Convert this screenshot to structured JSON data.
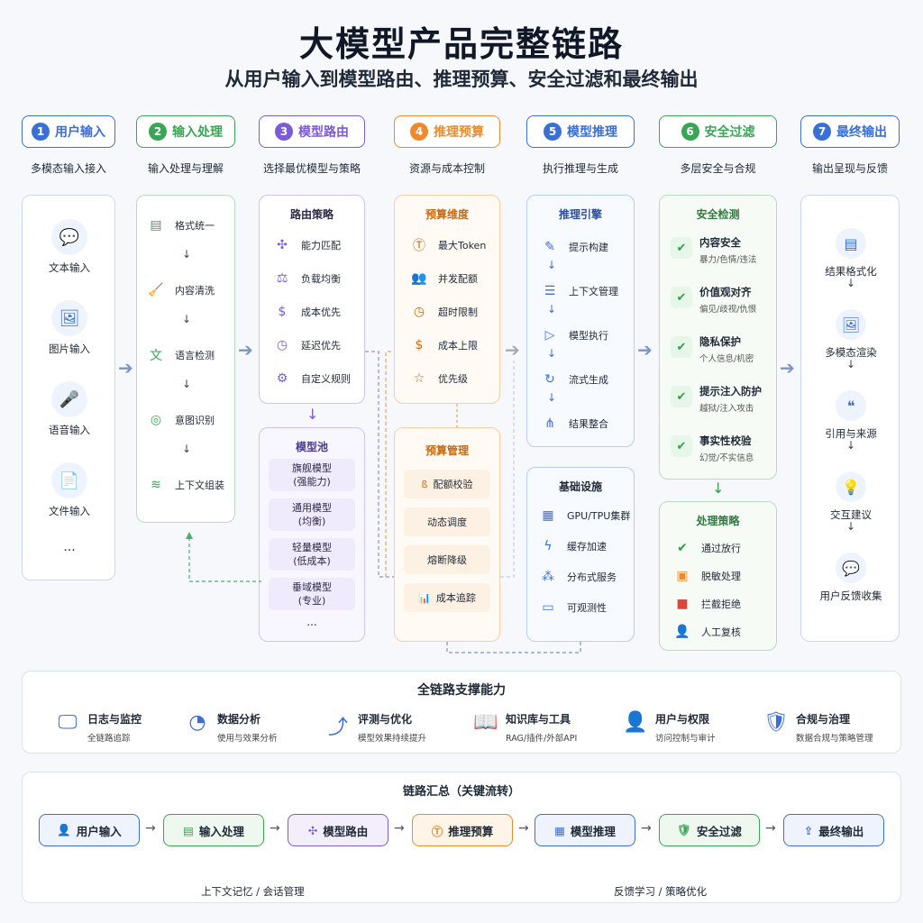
{
  "title": "大模型产品完整链路",
  "subtitle": "从用户输入到模型路由、推理预算、安全过滤和最终输出",
  "stages": [
    {
      "num": "1",
      "label": "用户输入",
      "desc": "多模态输入接入",
      "color": "#3b6fd8"
    },
    {
      "num": "2",
      "label": "输入处理",
      "desc": "输入处理与理解",
      "color": "#3aa655"
    },
    {
      "num": "3",
      "label": "模型路由",
      "desc": "选择最优模型与策略",
      "color": "#7b5bd6"
    },
    {
      "num": "4",
      "label": "推理预算",
      "desc": "资源与成本控制",
      "color": "#ee8a2c"
    },
    {
      "num": "5",
      "label": "模型推理",
      "desc": "执行推理与生成",
      "color": "#3b6fd8"
    },
    {
      "num": "6",
      "label": "安全过滤",
      "desc": "多层安全与合规",
      "color": "#3aa655"
    },
    {
      "num": "7",
      "label": "最终输出",
      "desc": "输出呈现与反馈",
      "color": "#3b6fd8"
    }
  ],
  "user_input": {
    "items": [
      {
        "label": "文本输入",
        "icon": "chat-icon",
        "glyph": "💬"
      },
      {
        "label": "图片输入",
        "icon": "image-icon",
        "glyph": "🖼"
      },
      {
        "label": "语音输入",
        "icon": "microphone-icon",
        "glyph": "🎤"
      },
      {
        "label": "文件输入",
        "icon": "file-icon",
        "glyph": "📄"
      }
    ],
    "more": "..."
  },
  "input_processing": {
    "items": [
      {
        "label": "格式统一",
        "icon": "document-icon",
        "glyph": "▤"
      },
      {
        "label": "内容清洗",
        "icon": "broom-icon",
        "glyph": "🧹"
      },
      {
        "label": "语言检测",
        "icon": "language-icon",
        "glyph": "文"
      },
      {
        "label": "意图识别",
        "icon": "target-icon",
        "glyph": "◎"
      },
      {
        "label": "上下文组装",
        "icon": "layers-icon",
        "glyph": "≋"
      }
    ]
  },
  "routing": {
    "strategy_title": "路由策略",
    "strategies": [
      {
        "label": "能力匹配",
        "icon": "puzzle-icon",
        "glyph": "✣"
      },
      {
        "label": "负载均衡",
        "icon": "scale-icon",
        "glyph": "⚖"
      },
      {
        "label": "成本优先",
        "icon": "dollar-icon",
        "glyph": "$"
      },
      {
        "label": "延迟优先",
        "icon": "clock-icon",
        "glyph": "◷"
      },
      {
        "label": "自定义规则",
        "icon": "settings-icon",
        "glyph": "⚙"
      }
    ],
    "pool_title": "模型池",
    "pool": [
      {
        "name": "旗舰模型",
        "note": "(强能力)"
      },
      {
        "name": "通用模型",
        "note": "(均衡)"
      },
      {
        "name": "轻量模型",
        "note": "(低成本)"
      },
      {
        "name": "垂域模型",
        "note": "(专业)"
      }
    ],
    "pool_more": "..."
  },
  "budget": {
    "dim_title": "预算维度",
    "dims": [
      {
        "label": "最大Token",
        "icon": "token-icon",
        "glyph": "Ⓣ"
      },
      {
        "label": "并发配额",
        "icon": "users-icon",
        "glyph": "👥"
      },
      {
        "label": "超时限制",
        "icon": "clock-icon",
        "glyph": "◷"
      },
      {
        "label": "成本上限",
        "icon": "dollar-icon",
        "glyph": "$"
      },
      {
        "label": "优先级",
        "icon": "star-icon",
        "glyph": "☆"
      }
    ],
    "mgmt_title": "预算管理",
    "mgmt": [
      {
        "label": "配额校验",
        "prefix": "ß"
      },
      {
        "label": "动态调度",
        "prefix": ""
      },
      {
        "label": "熔断降级",
        "prefix": ""
      },
      {
        "label": "成本追踪",
        "prefix": "📊"
      }
    ]
  },
  "inference": {
    "engine_title": "推理引擎",
    "engine": [
      {
        "label": "提示构建",
        "icon": "edit-icon",
        "glyph": "✎"
      },
      {
        "label": "上下文管理",
        "icon": "database-icon",
        "glyph": "☰"
      },
      {
        "label": "模型执行",
        "icon": "play-icon",
        "glyph": "▷"
      },
      {
        "label": "流式生成",
        "icon": "stream-icon",
        "glyph": "↻"
      },
      {
        "label": "结果整合",
        "icon": "merge-icon",
        "glyph": "⋔"
      }
    ],
    "infra_title": "基础设施",
    "infra": [
      {
        "label": "GPU/TPU集群",
        "icon": "grid-icon",
        "glyph": "▦"
      },
      {
        "label": "缓存加速",
        "icon": "lightning-icon",
        "glyph": "ϟ"
      },
      {
        "label": "分布式服务",
        "icon": "network-icon",
        "glyph": "⁂"
      },
      {
        "label": "可观测性",
        "icon": "monitor-icon",
        "glyph": "▭"
      }
    ]
  },
  "safety": {
    "check_title": "安全检测",
    "checks": [
      {
        "title": "内容安全",
        "desc": "暴力/色情/违法",
        "icon": "shield-check-icon",
        "glyph": "✔"
      },
      {
        "title": "价值观对齐",
        "desc": "偏见/歧视/仇恨",
        "icon": "shield-check-icon",
        "glyph": "✔"
      },
      {
        "title": "隐私保护",
        "desc": "个人信息/机密",
        "icon": "shield-check-icon",
        "glyph": "✔"
      },
      {
        "title": "提示注入防护",
        "desc": "越狱/注入攻击",
        "icon": "shield-check-icon",
        "glyph": "✔"
      },
      {
        "title": "事实性校验",
        "desc": "幻觉/不实信息",
        "icon": "shield-check-icon",
        "glyph": "✔"
      }
    ],
    "policy_title": "处理策略",
    "policies": [
      {
        "label": "通过放行",
        "icon": "check-circle-icon",
        "glyph": "✔",
        "color": "#2f9e4a"
      },
      {
        "label": "脱敏处理",
        "icon": "mask-icon",
        "glyph": "▣",
        "color": "#ee8a2c"
      },
      {
        "label": "拦截拒绝",
        "icon": "block-icon",
        "glyph": "■",
        "color": "#e0453a"
      },
      {
        "label": "人工复核",
        "icon": "person-icon",
        "glyph": "👤",
        "color": "#6b4bb8"
      }
    ]
  },
  "output": {
    "items": [
      {
        "label": "结果格式化",
        "icon": "document-icon",
        "glyph": "▤"
      },
      {
        "label": "多模态渲染",
        "icon": "image-icon",
        "glyph": "🖼"
      },
      {
        "label": "引用与来源",
        "icon": "quote-icon",
        "glyph": "❝"
      },
      {
        "label": "交互建议",
        "icon": "lightbulb-icon",
        "glyph": "💡"
      },
      {
        "label": "用户反馈收集",
        "icon": "chat-icon",
        "glyph": "💬"
      }
    ]
  },
  "support": {
    "title": "全链路支撑能力",
    "items": [
      {
        "title": "日志与监控",
        "desc": "全链路追踪",
        "icon": "monitor-icon",
        "glyph": "🖵"
      },
      {
        "title": "数据分析",
        "desc": "使用与效果分析",
        "icon": "pie-chart-icon",
        "glyph": "◔"
      },
      {
        "title": "评测与优化",
        "desc": "模型效果持续提升",
        "icon": "trend-icon",
        "glyph": "⤴"
      },
      {
        "title": "知识库与工具",
        "desc": "RAG/插件/外部API",
        "icon": "book-icon",
        "glyph": "📖"
      },
      {
        "title": "用户与权限",
        "desc": "访问控制与审计",
        "icon": "user-icon",
        "glyph": "👤"
      },
      {
        "title": "合规与治理",
        "desc": "数据合规与策略管理",
        "icon": "shield-icon",
        "glyph": "🛡"
      }
    ]
  },
  "summary": {
    "title": "链路汇总（关键流转）",
    "items": [
      {
        "label": "用户输入",
        "icon": "user-icon",
        "glyph": "👤"
      },
      {
        "label": "输入处理",
        "icon": "document-icon",
        "glyph": "▤"
      },
      {
        "label": "模型路由",
        "icon": "route-icon",
        "glyph": "✣"
      },
      {
        "label": "推理预算",
        "icon": "token-icon",
        "glyph": "Ⓣ"
      },
      {
        "label": "模型推理",
        "icon": "inference-icon",
        "glyph": "▦"
      },
      {
        "label": "安全过滤",
        "icon": "shield-icon",
        "glyph": "🛡"
      },
      {
        "label": "最终输出",
        "icon": "upload-icon",
        "glyph": "⇪"
      }
    ],
    "left_note": "上下文记忆 / 会话管理",
    "right_note": "反馈学习 / 策略优化"
  }
}
